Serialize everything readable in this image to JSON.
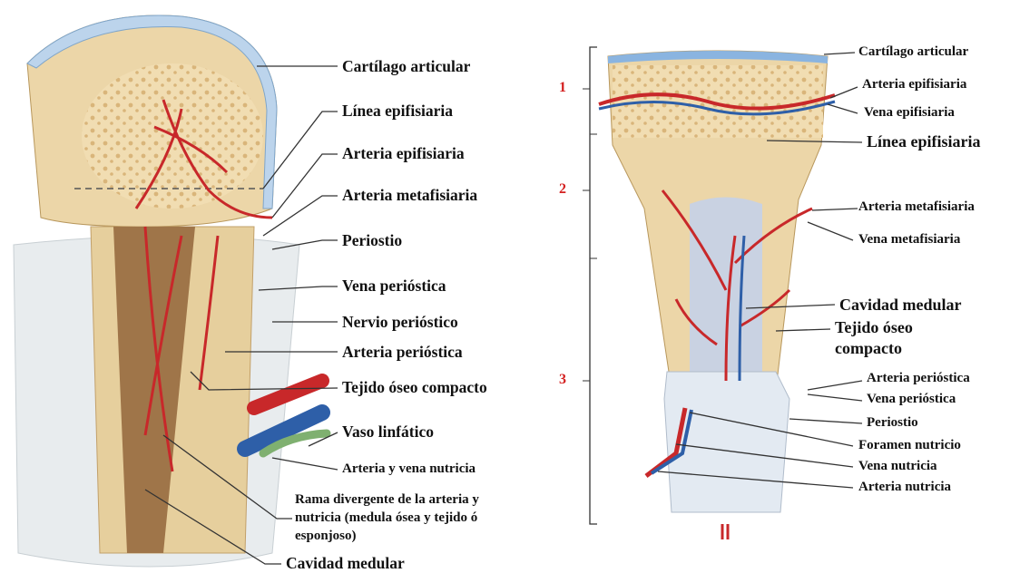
{
  "left_figure": {
    "labels": {
      "cartilago": "Cartílago articular",
      "linea_epifisiaria": "Línea epifisiaria",
      "arteria_epifisiaria": "Arteria epifisiaria",
      "arteria_metafisiaria": "Arteria metafisiaria",
      "periostio": "Periostio",
      "vena_periostica": "Vena perióstica",
      "nervio_periostico": "Nervio perióstico",
      "arteria_periostica": "Arteria perióstica",
      "tejido_compacto": "Tejido óseo compacto",
      "vaso_linfatico": "Vaso linfático",
      "arteria_vena_nutricia": "Arteria y vena nutricia",
      "rama_l1": "Rama divergente de la arteria y",
      "rama_l2": "nutricia (medula ósea y tejido ó",
      "rama_l3": "esponjoso)",
      "cavidad_medular": "Cavidad medular"
    }
  },
  "right_figure": {
    "zones": [
      "1",
      "2",
      "3"
    ],
    "labels": {
      "cartilago": "Cartílago articular",
      "arteria_epifisiaria": "Arteria epifisiaria",
      "vena_epifisiaria": "Vena epifisiaria",
      "linea_epifisiaria": "Línea epifisiaria",
      "arteria_metafisiaria": "Arteria metafisiaria",
      "vena_metafisiaria": "Vena metafisiaria",
      "cavidad_medular": "Cavidad medular",
      "tejido_l1": "Tejido óseo",
      "tejido_l2": "compacto",
      "arteria_periostica": "Arteria perióstica",
      "vena_periostica": "Vena perióstica",
      "periostio": "Periostio",
      "foramen": "Foramen nutricio",
      "vena_nutricia": "Vena nutricia",
      "arteria_nutricia": "Arteria nutricia"
    }
  },
  "colors": {
    "artery": "#c8282a",
    "vein": "#2e5fa8",
    "bone": "#ecd6a8",
    "cartilage": "#bcd4ec",
    "zone_number": "#d42020"
  }
}
